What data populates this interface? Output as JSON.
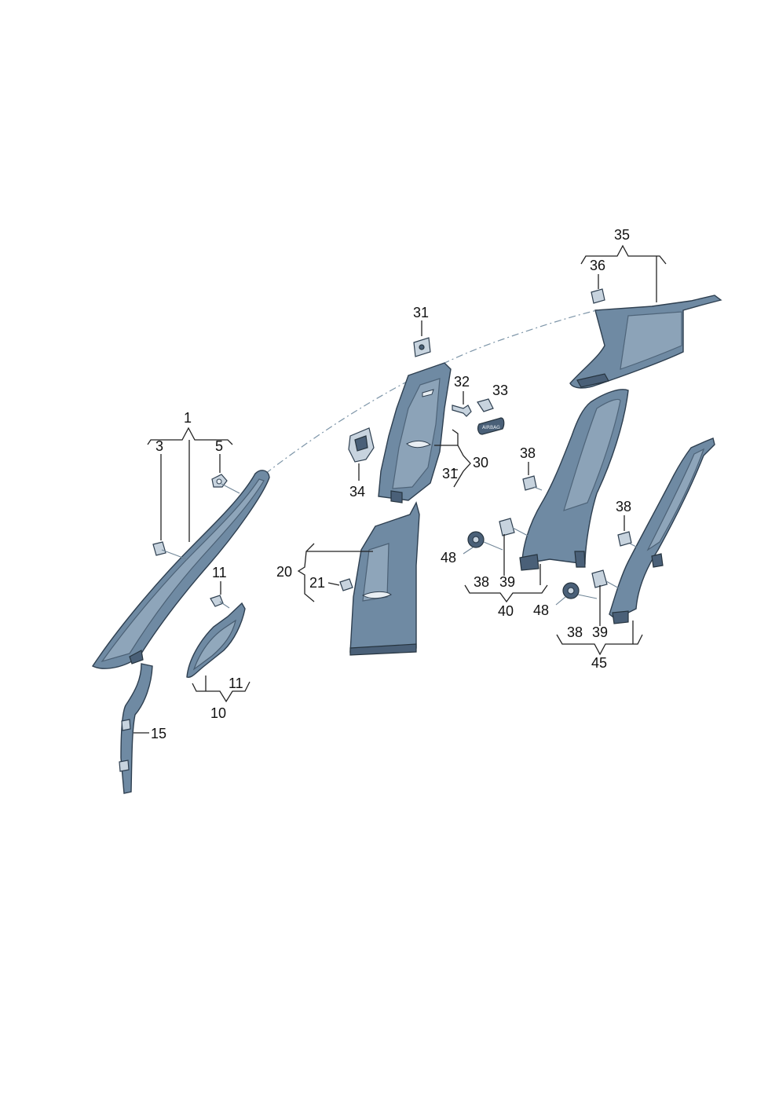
{
  "callouts": {
    "c1": "1",
    "c3": "3",
    "c5": "5",
    "c10": "10",
    "c11a": "11",
    "c11b": "11",
    "c15": "15",
    "c20": "20",
    "c21": "21",
    "c30": "30",
    "c31a": "31",
    "c31b": "31",
    "c32": "32",
    "c33": "33",
    "c34": "34",
    "c35": "35",
    "c36": "36",
    "c38a": "38",
    "c38b": "38",
    "c38c": "38",
    "c38d": "38",
    "c39a": "39",
    "c39b": "39",
    "c40": "40",
    "c45": "45",
    "c48a": "48",
    "c48b": "48"
  },
  "airbag_text": "AIRBAG",
  "colors": {
    "panel": "#6f8aa3",
    "panel_light": "#a9bccd",
    "panel_dark": "#4a6078",
    "leader": "#222222"
  }
}
